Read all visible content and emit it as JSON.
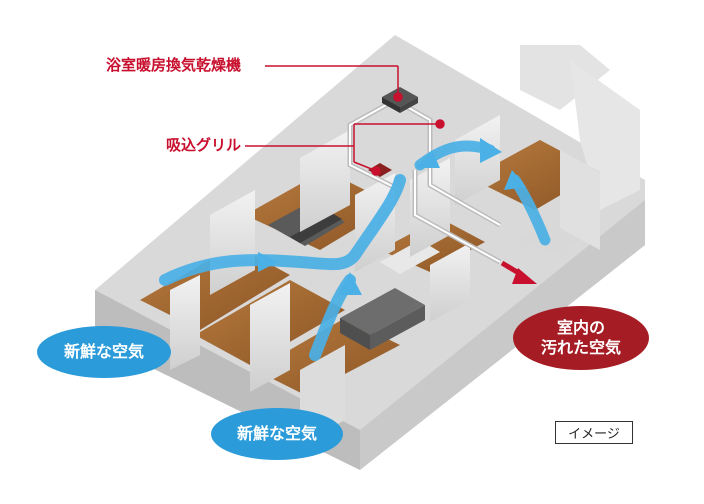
{
  "labels": {
    "bathroom_dryer": "浴室暖房換気乾燥機",
    "intake_grille": "吸込グリル",
    "fresh_air": "新鮮な空気",
    "dirty_air_line1": "室内の",
    "dirty_air_line2": "汚れた空気",
    "image_note": "イメージ"
  },
  "colors": {
    "callout": "#c8102e",
    "fresh_bubble": "#2b9bd9",
    "dirty_bubble": "#a51c24",
    "airflow_arrow": "#4ab0e6",
    "exhaust_arrow": "#c8102e"
  }
}
